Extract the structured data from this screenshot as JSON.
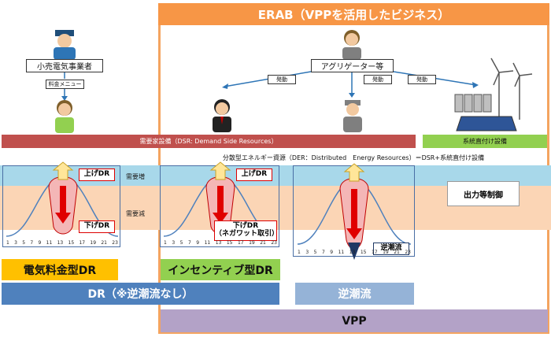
{
  "erab_title": "ERAB（VPPを活用したビジネス）",
  "retailer_label": "小売電気事業者",
  "menu_label": "料金メニュー",
  "aggregator_label": "アグリゲーター等",
  "hatsudou_labels": [
    "発動",
    "発動",
    "発動"
  ],
  "dsr_label": "需要家設備（DSR: Demand Side Resources）",
  "grid_label": "系統直付け設備",
  "der_label": "分散型エネルギー資源（DER：Distributed　Energy Resources）＝DSR+系統直付け設備",
  "up_dr": "上げDR",
  "down_dr": "下げDR",
  "down_dr_nega": "下げDR\n（ネガワット取引）",
  "demand_increase": "需要増",
  "demand_decrease": "需要減",
  "reverse_flow": "逆潮流",
  "output_control": "出力等制御",
  "x_ticks": [
    "1",
    "3",
    "5",
    "7",
    "9",
    "11",
    "13",
    "15",
    "17",
    "19",
    "21",
    "23"
  ],
  "footer_price_dr": "電気料金型DR",
  "footer_incentive_dr": "インセンティブ型DR",
  "footer_dr": "DR（※逆潮流なし）",
  "footer_reverse": "逆潮流",
  "footer_vpp": "VPP",
  "colors": {
    "orange": "#f79646",
    "red": "#c0504d",
    "green": "#92d050",
    "blue": "#4f81bd",
    "purple": "#b3a2c7",
    "yellow": "#ffc000"
  }
}
